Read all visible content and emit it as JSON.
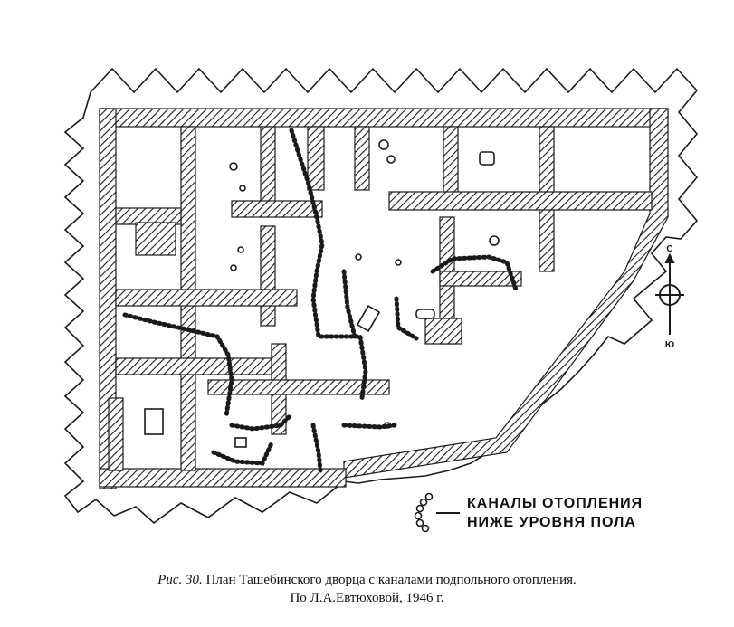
{
  "diagram": {
    "legend": {
      "line1": "КАНАЛЫ ОТОПЛЕНИЯ",
      "line2": "НИЖЕ УРОВНЯ ПОЛА"
    },
    "compass": {
      "north": "С",
      "south": "Ю"
    },
    "caption": {
      "figure_ref": "Рис. 30.",
      "title": "План Ташебинского дворца с каналами подпольного отопления.",
      "source": "По Л.А.Евтюховой, 1946 г."
    },
    "colors": {
      "ink": "#1a1a1a",
      "paper": "#ffffff"
    }
  }
}
